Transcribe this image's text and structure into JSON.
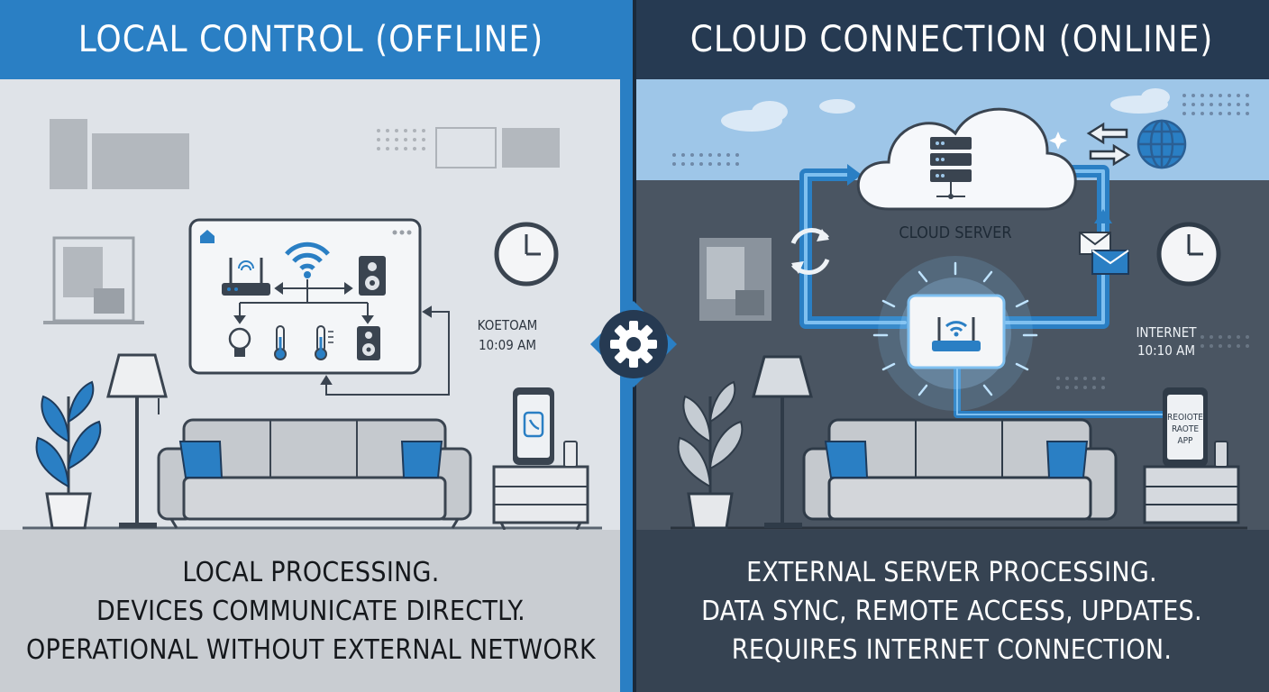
{
  "left_panel": {
    "title": "LOCAL CONTROL (OFFLINE)",
    "clock_label": "KOETOAM",
    "clock_time": "10:09 AM",
    "caption": [
      "LOCAL PROCESSING.",
      "DEVICES COMMUNICATE DIRECTLY.",
      "OPERATIONAL WITHOUT EXTERNAL NETWORK"
    ]
  },
  "right_panel": {
    "title": "CLOUD CONNECTION (ONLINE)",
    "cloud_label": "CLOUD SERVER",
    "clock_label": "INTERNET",
    "clock_time": "10:10 AM",
    "phone_text": [
      "REOIOTE",
      "RAOTE",
      "APP"
    ],
    "caption": [
      "EXTERNAL SERVER PROCESSING.",
      "DATA SYNC, REMOTE ACCESS, UPDATES.",
      "REQUIRES INTERNET CONNECTION."
    ]
  },
  "colors": {
    "accent_blue": "#2a7fc4",
    "dark_navy": "#263a52",
    "left_bg": "#dfe3e8",
    "right_bg": "#4a5562",
    "sky": "#9ec6e8"
  },
  "icons": [
    "home-icon",
    "router-icon",
    "wifi-icon",
    "speaker-icon",
    "bulb-icon",
    "thermometer-icon",
    "clock-icon",
    "phone-icon",
    "cloud-icon",
    "server-icon",
    "globe-icon",
    "mail-icon",
    "sync-icon",
    "gear-icon"
  ]
}
